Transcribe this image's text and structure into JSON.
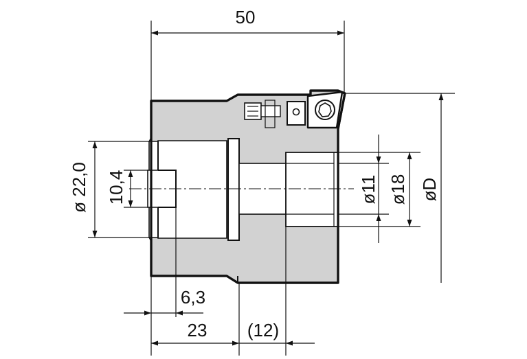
{
  "drawing": {
    "dimensions": {
      "overall_length": "50",
      "bore_diameter": "ø 22,0",
      "slot_width": "10,4",
      "slot_depth": "6,3",
      "bore_depth": "23",
      "neck_length": "(12)",
      "small_diameter": "ø11",
      "counterbore_diameter": "ø18",
      "cutting_diameter": "øD"
    }
  }
}
